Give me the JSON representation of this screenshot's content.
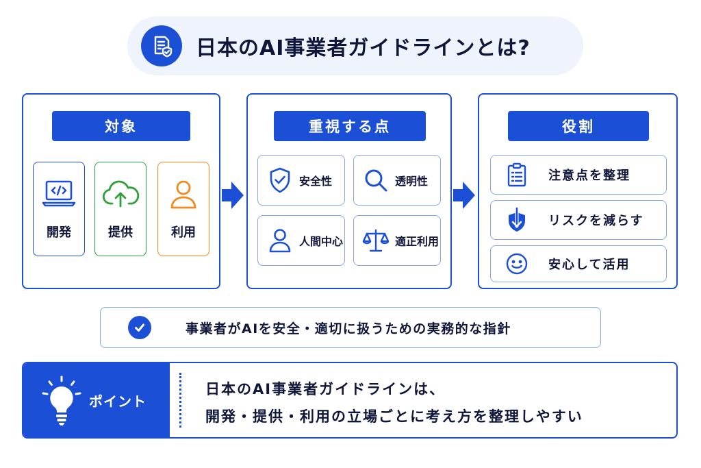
{
  "title": "日本のAI事業者ガイドラインとは?",
  "panels": {
    "target": {
      "header": "対象",
      "items": [
        {
          "label": "開発",
          "icon": "laptop-code-icon",
          "color": "#1a4fd6"
        },
        {
          "label": "提供",
          "icon": "cloud-upload-icon",
          "color": "#2e9e3a"
        },
        {
          "label": "利用",
          "icon": "user-icon",
          "color": "#f08a1c"
        }
      ]
    },
    "important": {
      "header": "重視する点",
      "items": [
        {
          "label": "安全性",
          "icon": "shield-check-icon"
        },
        {
          "label": "透明性",
          "icon": "magnifier-icon"
        },
        {
          "label": "人間中心",
          "icon": "person-icon"
        },
        {
          "label": "適正利用",
          "icon": "scales-icon"
        }
      ]
    },
    "role": {
      "header": "役割",
      "items": [
        {
          "label": "注意点を整理",
          "icon": "clipboard-list-icon"
        },
        {
          "label": "リスクを減らす",
          "icon": "shield-down-arrow-icon"
        },
        {
          "label": "安心して活用",
          "icon": "smile-icon"
        }
      ]
    }
  },
  "summary": "事業者がAIを安全・適切に扱うための実務的な指針",
  "point": {
    "label": "ポイント",
    "line1": "日本のAI事業者ガイドラインは、",
    "line2": "開発・提供・利用の立場ごとに考え方を整理しやすい"
  },
  "colors": {
    "primary": "#1a4fd6",
    "light_bg": "#eef3fc",
    "card_border": "#8aa8e8",
    "green": "#2e9e3a",
    "orange": "#f08a1c",
    "text": "#10163a"
  }
}
